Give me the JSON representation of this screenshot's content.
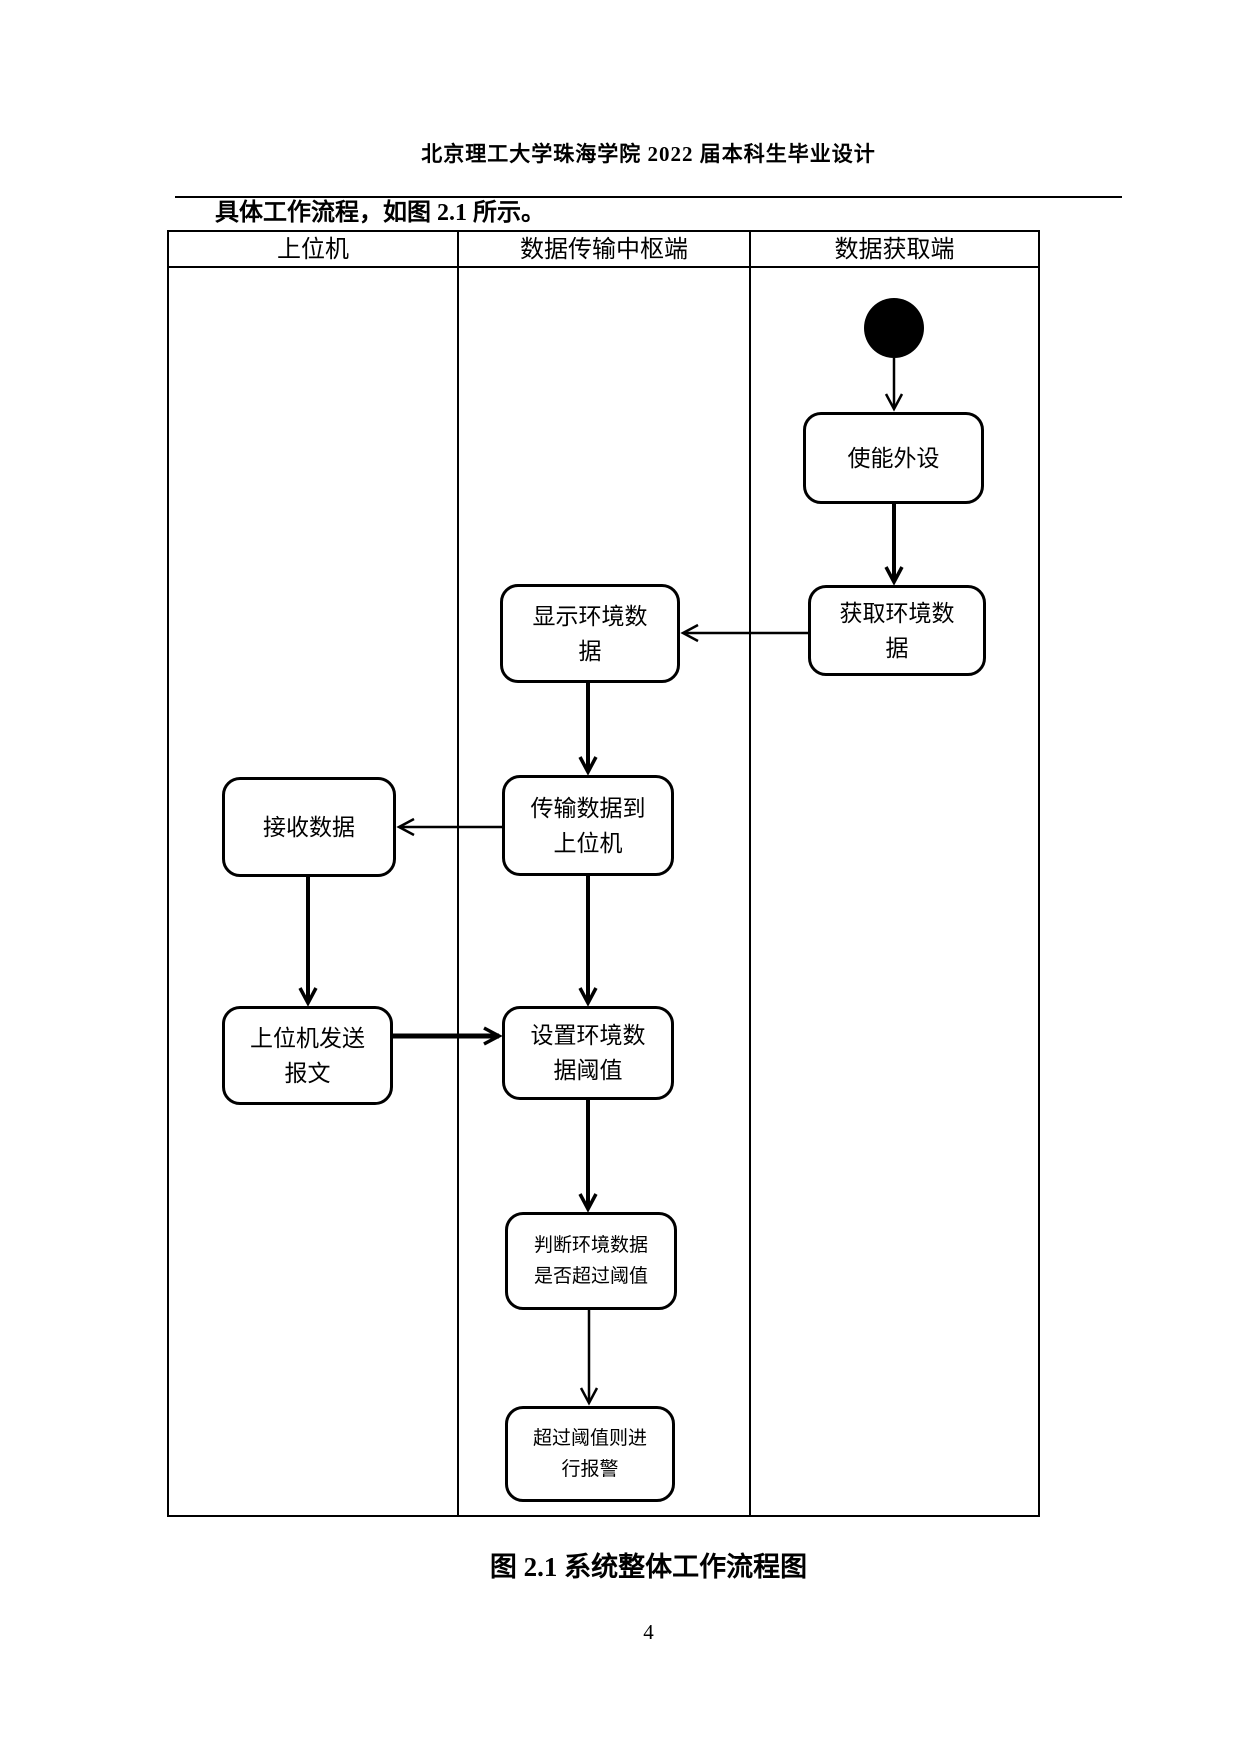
{
  "page": {
    "header_title": "北京理工大学珠海学院 2022 届本科生毕业设计",
    "intro_text": "具体工作流程，如图 2.1 所示。",
    "figure_caption": "图 2.1 系统整体工作流程图",
    "page_number": "4"
  },
  "flowchart": {
    "lanes": [
      {
        "label": "上位机"
      },
      {
        "label": "数据传输中枢端"
      },
      {
        "label": "数据获取端"
      }
    ],
    "nodes": {
      "start": {
        "type": "initial-node"
      },
      "enable_peripherals": {
        "label": "使能外设",
        "lines": [
          "使能外设"
        ]
      },
      "acquire_env_data": {
        "label": "获取环境数据",
        "lines": [
          "获取环境数",
          "据"
        ]
      },
      "display_env_data": {
        "label": "显示环境数据",
        "lines": [
          "显示环境数",
          "据"
        ]
      },
      "transmit_to_host": {
        "label": "传输数据到上位机",
        "lines": [
          "传输数据到",
          "上位机"
        ]
      },
      "receive_data": {
        "label": "接收数据",
        "lines": [
          "接收数据"
        ]
      },
      "host_send_message": {
        "label": "上位机发送报文",
        "lines": [
          "上位机发送",
          "报文"
        ]
      },
      "set_threshold": {
        "label": "设置环境数据阈值",
        "lines": [
          "设置环境数",
          "据阈值"
        ]
      },
      "check_threshold": {
        "label": "判断环境数据是否超过阈值",
        "lines": [
          "判断环境数据",
          "是否超过阈值"
        ]
      },
      "alarm_on_exceed": {
        "label": "超过阈值则进行报警",
        "lines": [
          "超过阈值则进",
          "行报警"
        ]
      }
    },
    "colors": {
      "ink": "#000000",
      "paper": "#ffffff"
    }
  }
}
